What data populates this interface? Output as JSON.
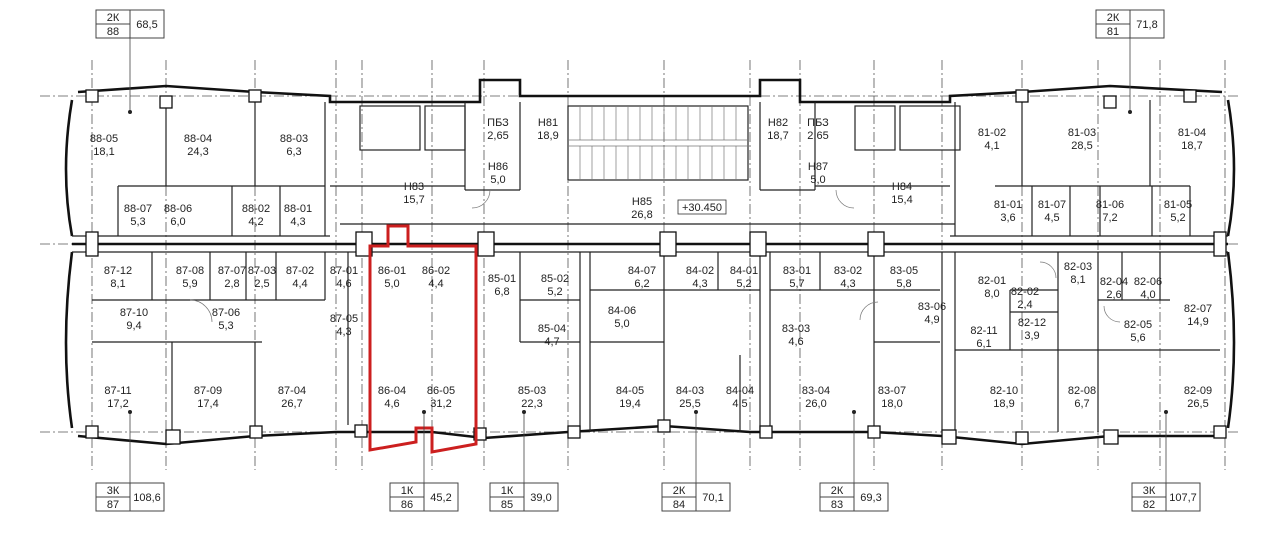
{
  "units": [
    {
      "type": "2К",
      "number": "88",
      "area": "68,5"
    },
    {
      "type": "2К",
      "number": "81",
      "area": "71,8"
    },
    {
      "type": "3К",
      "number": "87",
      "area": "108,6"
    },
    {
      "type": "1К",
      "number": "86",
      "area": "45,2"
    },
    {
      "type": "1К",
      "number": "85",
      "area": "39,0"
    },
    {
      "type": "2К",
      "number": "84",
      "area": "70,1"
    },
    {
      "type": "2К",
      "number": "83",
      "area": "69,3"
    },
    {
      "type": "3К",
      "number": "82",
      "area": "107,7"
    }
  ],
  "rooms": [
    {
      "code": "88-05",
      "area": "18,1"
    },
    {
      "code": "88-04",
      "area": "24,3"
    },
    {
      "code": "88-03",
      "area": "6,3"
    },
    {
      "code": "88-07",
      "area": "5,3"
    },
    {
      "code": "88-06",
      "area": "6,0"
    },
    {
      "code": "88-02",
      "area": "4,2"
    },
    {
      "code": "88-01",
      "area": "4,3"
    },
    {
      "code": "ПБЗ",
      "area": "2,65"
    },
    {
      "code": "Н81",
      "area": "18,9"
    },
    {
      "code": "Н86",
      "area": "5,0"
    },
    {
      "code": "Н83",
      "area": "15,7"
    },
    {
      "code": "Н85",
      "area": "26,8"
    },
    {
      "code": "Н82",
      "area": "18,7"
    },
    {
      "code": "ПБЗ",
      "area": "2,65"
    },
    {
      "code": "Н87",
      "area": "5,0"
    },
    {
      "code": "Н84",
      "area": "15,4"
    },
    {
      "code": "81-02",
      "area": "4,1"
    },
    {
      "code": "81-03",
      "area": "28,5"
    },
    {
      "code": "81-04",
      "area": "18,7"
    },
    {
      "code": "81-01",
      "area": "3,6"
    },
    {
      "code": "81-07",
      "area": "4,5"
    },
    {
      "code": "81-06",
      "area": "7,2"
    },
    {
      "code": "81-05",
      "area": "5,2"
    },
    {
      "code": "87-12",
      "area": "8,1"
    },
    {
      "code": "87-08",
      "area": "5,9"
    },
    {
      "code": "87-07",
      "area": "2,8"
    },
    {
      "code": "87-03",
      "area": "2,5"
    },
    {
      "code": "87-02",
      "area": "4,4"
    },
    {
      "code": "87-01",
      "area": "4,6"
    },
    {
      "code": "87-10",
      "area": "9,4"
    },
    {
      "code": "87-06",
      "area": "5,3"
    },
    {
      "code": "87-05",
      "area": "4,3"
    },
    {
      "code": "87-11",
      "area": "17,2"
    },
    {
      "code": "87-09",
      "area": "17,4"
    },
    {
      "code": "87-04",
      "area": "26,7"
    },
    {
      "code": "86-01",
      "area": "5,0"
    },
    {
      "code": "86-02",
      "area": "4,4"
    },
    {
      "code": "86-04",
      "area": "4,6"
    },
    {
      "code": "86-05",
      "area": "31,2"
    },
    {
      "code": "85-01",
      "area": "6,8"
    },
    {
      "code": "85-02",
      "area": "5,2"
    },
    {
      "code": "85-04",
      "area": "4,7"
    },
    {
      "code": "85-03",
      "area": "22,3"
    },
    {
      "code": "84-07",
      "area": "6,2"
    },
    {
      "code": "84-02",
      "area": "4,3"
    },
    {
      "code": "84-01",
      "area": "5,2"
    },
    {
      "code": "84-06",
      "area": "5,0"
    },
    {
      "code": "84-05",
      "area": "19,4"
    },
    {
      "code": "84-03",
      "area": "25,5"
    },
    {
      "code": "84-04",
      "area": "4,5"
    },
    {
      "code": "83-01",
      "area": "5,7"
    },
    {
      "code": "83-02",
      "area": "4,3"
    },
    {
      "code": "83-05",
      "area": "5,8"
    },
    {
      "code": "83-06",
      "area": "4,9"
    },
    {
      "code": "83-03",
      "area": "4,6"
    },
    {
      "code": "83-04",
      "area": "26,0"
    },
    {
      "code": "83-07",
      "area": "18,0"
    },
    {
      "code": "82-01",
      "area": "8,0"
    },
    {
      "code": "82-03",
      "area": "8,1"
    },
    {
      "code": "82-04",
      "area": "2,6"
    },
    {
      "code": "82-06",
      "area": "4,0"
    },
    {
      "code": "82-02",
      "area": "2,4"
    },
    {
      "code": "82-07",
      "area": "14,9"
    },
    {
      "code": "82-11",
      "area": "6,1"
    },
    {
      "code": "82-12",
      "area": "3,9"
    },
    {
      "code": "82-05",
      "area": "5,6"
    },
    {
      "code": "82-10",
      "area": "18,9"
    },
    {
      "code": "82-08",
      "area": "6,7"
    },
    {
      "code": "82-09",
      "area": "26,5"
    }
  ],
  "level_mark": "+30.450",
  "colors": {
    "highlight": "#cc1f1f",
    "line": "#111111",
    "background": "#ffffff"
  }
}
